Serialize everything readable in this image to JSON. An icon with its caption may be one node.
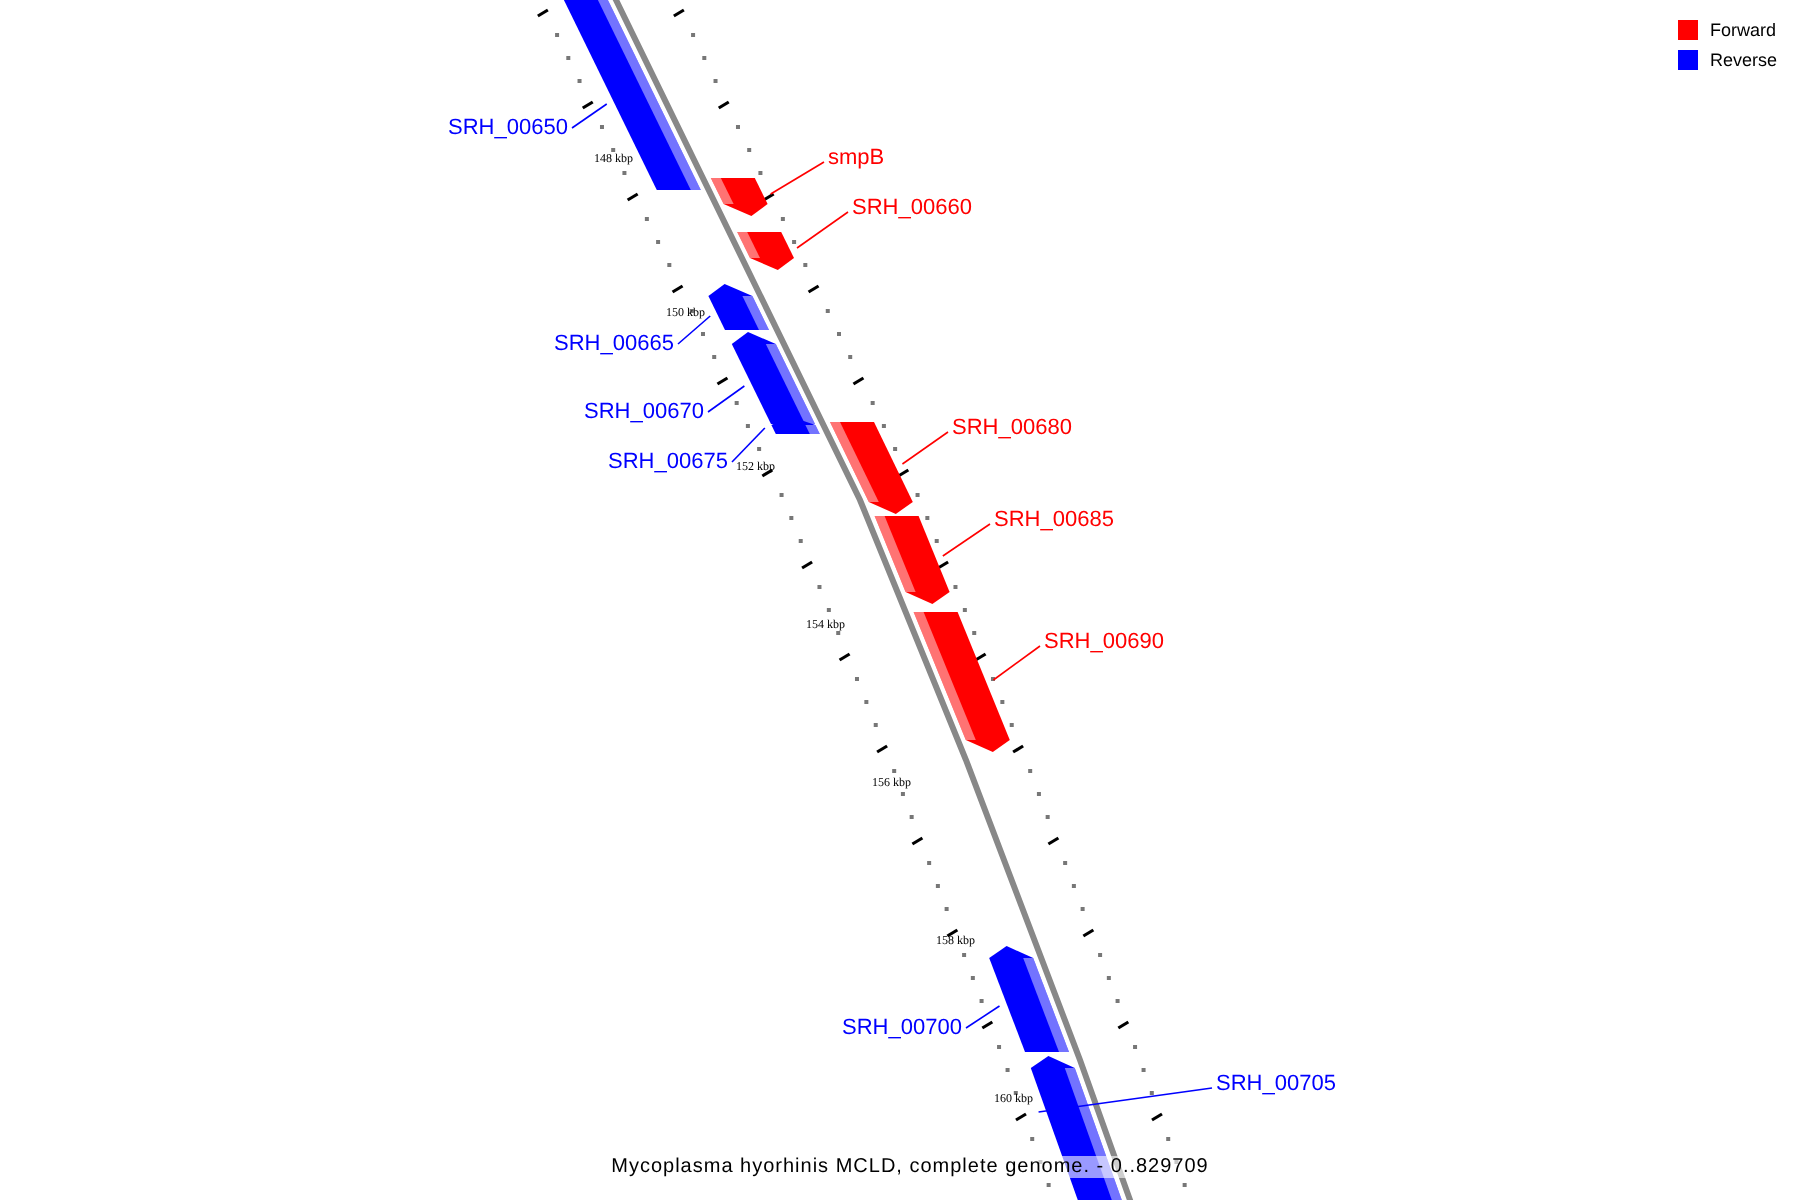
{
  "diagram": {
    "caption": "Mycoplasma hyorhinis MCLD, complete genome. - 0..829709",
    "nodes": [
      {
        "text": [
          "SRH_00650"
        ]
      },
      {
        "text": [],
        "shape": "bar"
      },
      {
        "text": [
          "smpB"
        ]
      },
      {
        "text": [],
        "shape": "bar"
      },
      {
        "text": [
          "SRH_00660"
        ]
      },
      {
        "text": [],
        "shape": "bar"
      },
      {
        "text": [
          "SRH_00665"
        ]
      },
      {
        "text": [],
        "shape": "bar"
      },
      {
        "text": [
          "SRH_00670"
        ]
      },
      {
        "text": [],
        "shape": "bar"
      },
      {
        "text": [
          "SRH_00675"
        ]
      },
      {
        "text": [],
        "shape": "bar"
      },
      {
        "text": [
          "SRH_00680"
        ]
      },
      {
        "text": [],
        "shape": "bar"
      },
      {
        "text": [
          "SRH_00685"
        ]
      },
      {
        "text": [],
        "shape": "bar"
      },
      {
        "text": [
          "SRH_00690"
        ]
      },
      {
        "text": [],
        "shape": "bar"
      },
      {
        "text": [
          "SRH_00700"
        ]
      },
      {
        "text": [],
        "shape": "bar"
      },
      {
        "text": [
          "SRH_00705"
        ]
      },
      {
        "text": [],
        "shape": "bar"
      }
    ],
    "edges": [
      {
        "from": 0,
        "to": 1,
        "arrow": "none"
      },
      {
        "from": 2,
        "to": 3,
        "arrow": "none",
        "color": "#ff0000"
      },
      {
        "from": 4,
        "to": 5,
        "arrow": "none",
        "color": "#ff0000"
      },
      {
        "from": 6,
        "to": 7,
        "arrow": "none"
      },
      {
        "from": 8,
        "to": 9,
        "arrow": "none"
      },
      {
        "from": 10,
        "to": 11,
        "arrow": "none"
      },
      {
        "from": 12,
        "to": 13,
        "arrow": "none",
        "color": "#ff0000"
      },
      {
        "from": 14,
        "to": 15,
        "arrow": "none",
        "color": "#ff0000"
      },
      {
        "from": 16,
        "to": 17,
        "arrow": "none",
        "color": "#ff0000"
      },
      {
        "from": 18,
        "to": 19,
        "arrow": "none"
      },
      {
        "from": 20,
        "to": 21,
        "arrow": "none"
      }
    ],
    "labels": [
      "148 kbp",
      "150 kbp",
      "152 kbp",
      "154 kbp",
      "156 kbp",
      "158 kbp",
      "160 kbp"
    ],
    "legend": [
      {
        "text": "Forward",
        "color": "#ff0000"
      },
      {
        "text": "Reverse",
        "color": "#0000ff"
      }
    ]
  }
}
